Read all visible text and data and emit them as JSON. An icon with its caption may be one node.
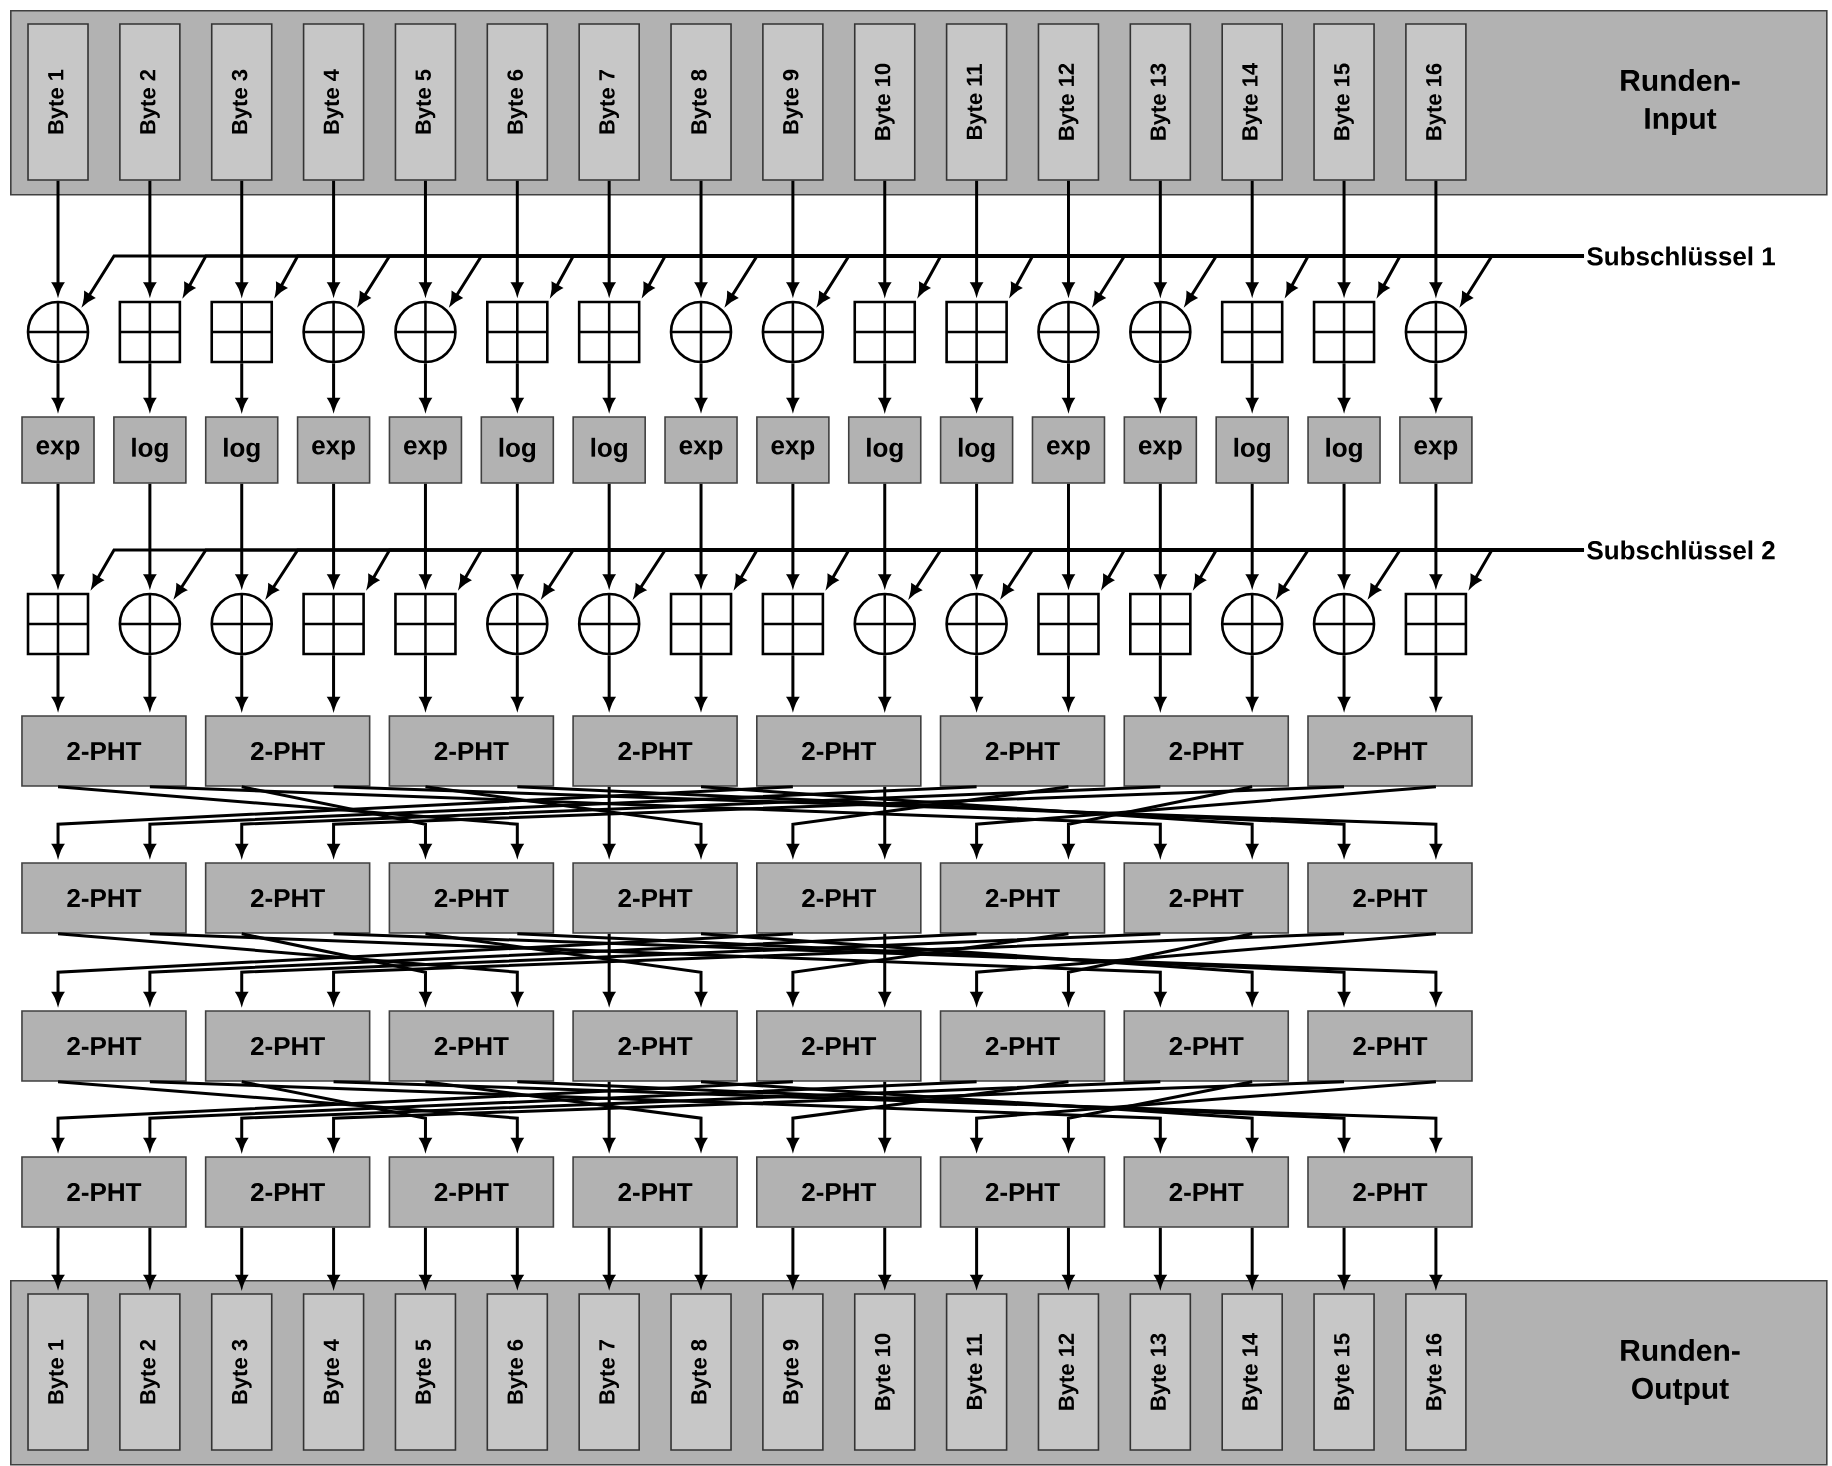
{
  "diagram": {
    "nodes": [
      {
        "text": [
          "Runden-Input"
        ]
      },
      {
        "text": [
          "Byte 1"
        ],
        "in": 0
      },
      {
        "text": [
          "Byte 2"
        ],
        "in": 0
      },
      {
        "text": [
          "Byte 3"
        ],
        "in": 0
      },
      {
        "text": [
          "Byte 4"
        ],
        "in": 0
      },
      {
        "text": [
          "Byte 5"
        ],
        "in": 0
      },
      {
        "text": [
          "Byte 6"
        ],
        "in": 0
      },
      {
        "text": [
          "Byte 7"
        ],
        "in": 0
      },
      {
        "text": [
          "Byte 8"
        ],
        "in": 0
      },
      {
        "text": [
          "Byte 9"
        ],
        "in": 0
      },
      {
        "text": [
          "Byte 10"
        ],
        "in": 0
      },
      {
        "text": [
          "Byte 11"
        ],
        "in": 0
      },
      {
        "text": [
          "Byte 12"
        ],
        "in": 0
      },
      {
        "text": [
          "Byte 13"
        ],
        "in": 0
      },
      {
        "text": [
          "Byte 14"
        ],
        "in": 0
      },
      {
        "text": [
          "Byte 15"
        ],
        "in": 0
      },
      {
        "text": [
          "Byte 16"
        ],
        "in": 0
      },
      {
        "text": [
          "Subschlüssel 1"
        ]
      },
      {
        "text": [],
        "shape": "circle"
      },
      {
        "text": [],
        "shape": "box"
      },
      {
        "text": [],
        "shape": "box"
      },
      {
        "text": [],
        "shape": "circle"
      },
      {
        "text": [],
        "shape": "circle"
      },
      {
        "text": [],
        "shape": "box"
      },
      {
        "text": [],
        "shape": "box"
      },
      {
        "text": [],
        "shape": "circle"
      },
      {
        "text": [],
        "shape": "circle"
      },
      {
        "text": [],
        "shape": "box"
      },
      {
        "text": [],
        "shape": "box"
      },
      {
        "text": [],
        "shape": "circle"
      },
      {
        "text": [],
        "shape": "circle"
      },
      {
        "text": [],
        "shape": "box"
      },
      {
        "text": [],
        "shape": "box"
      },
      {
        "text": [],
        "shape": "circle"
      },
      {
        "text": [
          "exp"
        ]
      },
      {
        "text": [
          "log"
        ]
      },
      {
        "text": [
          "log"
        ]
      },
      {
        "text": [
          "exp"
        ]
      },
      {
        "text": [
          "exp"
        ]
      },
      {
        "text": [
          "log"
        ]
      },
      {
        "text": [
          "log"
        ]
      },
      {
        "text": [
          "exp"
        ]
      },
      {
        "text": [
          "exp"
        ]
      },
      {
        "text": [
          "log"
        ]
      },
      {
        "text": [
          "log"
        ]
      },
      {
        "text": [
          "exp"
        ]
      },
      {
        "text": [
          "exp"
        ]
      },
      {
        "text": [
          "log"
        ]
      },
      {
        "text": [
          "log"
        ]
      },
      {
        "text": [
          "exp"
        ]
      },
      {
        "text": [
          "Subschlüssel 2"
        ]
      },
      {
        "text": [],
        "shape": "box"
      },
      {
        "text": [],
        "shape": "circle"
      },
      {
        "text": [],
        "shape": "circle"
      },
      {
        "text": [],
        "shape": "box"
      },
      {
        "text": [],
        "shape": "box"
      },
      {
        "text": [],
        "shape": "circle"
      },
      {
        "text": [],
        "shape": "circle"
      },
      {
        "text": [],
        "shape": "box"
      },
      {
        "text": [],
        "shape": "box"
      },
      {
        "text": [],
        "shape": "circle"
      },
      {
        "text": [],
        "shape": "circle"
      },
      {
        "text": [],
        "shape": "box"
      },
      {
        "text": [],
        "shape": "box"
      },
      {
        "text": [],
        "shape": "circle"
      },
      {
        "text": [],
        "shape": "circle"
      },
      {
        "text": [],
        "shape": "box"
      },
      {
        "text": [
          "2-PHT"
        ]
      },
      {
        "text": [
          "2-PHT"
        ]
      },
      {
        "text": [
          "2-PHT"
        ]
      },
      {
        "text": [
          "2-PHT"
        ]
      },
      {
        "text": [
          "2-PHT"
        ]
      },
      {
        "text": [
          "2-PHT"
        ]
      },
      {
        "text": [
          "2-PHT"
        ]
      },
      {
        "text": [
          "2-PHT"
        ]
      },
      {
        "text": [
          "2-PHT"
        ]
      },
      {
        "text": [
          "2-PHT"
        ]
      },
      {
        "text": [
          "2-PHT"
        ]
      },
      {
        "text": [
          "2-PHT"
        ]
      },
      {
        "text": [
          "2-PHT"
        ]
      },
      {
        "text": [
          "2-PHT"
        ]
      },
      {
        "text": [
          "2-PHT"
        ]
      },
      {
        "text": [
          "2-PHT"
        ]
      },
      {
        "text": [
          "2-PHT"
        ]
      },
      {
        "text": [
          "2-PHT"
        ]
      },
      {
        "text": [
          "2-PHT"
        ]
      },
      {
        "text": [
          "2-PHT"
        ]
      },
      {
        "text": [
          "2-PHT"
        ]
      },
      {
        "text": [
          "2-PHT"
        ]
      },
      {
        "text": [
          "2-PHT"
        ]
      },
      {
        "text": [
          "2-PHT"
        ]
      },
      {
        "text": [
          "2-PHT"
        ]
      },
      {
        "text": [
          "2-PHT"
        ]
      },
      {
        "text": [
          "2-PHT"
        ]
      },
      {
        "text": [
          "2-PHT"
        ]
      },
      {
        "text": [
          "2-PHT"
        ]
      },
      {
        "text": [
          "2-PHT"
        ]
      },
      {
        "text": [
          "2-PHT"
        ]
      },
      {
        "text": [
          "2-PHT"
        ]
      },
      {
        "text": [
          "Runden-Output"
        ]
      },
      {
        "text": [
          "Byte 1"
        ],
        "in": 99
      },
      {
        "text": [
          "Byte 2"
        ],
        "in": 99
      },
      {
        "text": [
          "Byte 3"
        ],
        "in": 99
      },
      {
        "text": [
          "Byte 4"
        ],
        "in": 99
      },
      {
        "text": [
          "Byte 5"
        ],
        "in": 99
      },
      {
        "text": [
          "Byte 6"
        ],
        "in": 99
      },
      {
        "text": [
          "Byte 7"
        ],
        "in": 99
      },
      {
        "text": [
          "Byte 8"
        ],
        "in": 99
      },
      {
        "text": [
          "Byte 9"
        ],
        "in": 99
      },
      {
        "text": [
          "Byte 10"
        ],
        "in": 99
      },
      {
        "text": [
          "Byte 11"
        ],
        "in": 99
      },
      {
        "text": [
          "Byte 12"
        ],
        "in": 99
      },
      {
        "text": [
          "Byte 13"
        ],
        "in": 99
      },
      {
        "text": [
          "Byte 14"
        ],
        "in": 99
      },
      {
        "text": [
          "Byte 15"
        ],
        "in": 99
      },
      {
        "text": [
          "Byte 16"
        ],
        "in": 99
      }
    ],
    "edges": [
      {
        "from": 1,
        "to": 18,
        "arrow": "to"
      },
      {
        "from": 2,
        "to": 19,
        "arrow": "to"
      },
      {
        "from": 3,
        "to": 20,
        "arrow": "to"
      },
      {
        "from": 4,
        "to": 21,
        "arrow": "to"
      },
      {
        "from": 5,
        "to": 22,
        "arrow": "to"
      },
      {
        "from": 6,
        "to": 23,
        "arrow": "to"
      },
      {
        "from": 7,
        "to": 24,
        "arrow": "to"
      },
      {
        "from": 8,
        "to": 25,
        "arrow": "to"
      },
      {
        "from": 9,
        "to": 26,
        "arrow": "to"
      },
      {
        "from": 10,
        "to": 27,
        "arrow": "to"
      },
      {
        "from": 11,
        "to": 28,
        "arrow": "to"
      },
      {
        "from": 12,
        "to": 29,
        "arrow": "to"
      },
      {
        "from": 13,
        "to": 30,
        "arrow": "to"
      },
      {
        "from": 14,
        "to": 31,
        "arrow": "to"
      },
      {
        "from": 15,
        "to": 32,
        "arrow": "to"
      },
      {
        "from": 16,
        "to": 33,
        "arrow": "to"
      },
      {
        "from": 17,
        "to": 18,
        "arrow": "to"
      },
      {
        "from": 17,
        "to": 19,
        "arrow": "to"
      },
      {
        "from": 17,
        "to": 20,
        "arrow": "to"
      },
      {
        "from": 17,
        "to": 21,
        "arrow": "to"
      },
      {
        "from": 17,
        "to": 22,
        "arrow": "to"
      },
      {
        "from": 17,
        "to": 23,
        "arrow": "to"
      },
      {
        "from": 17,
        "to": 24,
        "arrow": "to"
      },
      {
        "from": 17,
        "to": 25,
        "arrow": "to"
      },
      {
        "from": 17,
        "to": 26,
        "arrow": "to"
      },
      {
        "from": 17,
        "to": 27,
        "arrow": "to"
      },
      {
        "from": 17,
        "to": 28,
        "arrow": "to"
      },
      {
        "from": 17,
        "to": 29,
        "arrow": "to"
      },
      {
        "from": 17,
        "to": 30,
        "arrow": "to"
      },
      {
        "from": 17,
        "to": 31,
        "arrow": "to"
      },
      {
        "from": 17,
        "to": 32,
        "arrow": "to"
      },
      {
        "from": 17,
        "to": 33,
        "arrow": "to"
      },
      {
        "from": 18,
        "to": 34,
        "arrow": "to"
      },
      {
        "from": 19,
        "to": 35,
        "arrow": "to"
      },
      {
        "from": 20,
        "to": 36,
        "arrow": "to"
      },
      {
        "from": 21,
        "to": 37,
        "arrow": "to"
      },
      {
        "from": 22,
        "to": 38,
        "arrow": "to"
      },
      {
        "from": 23,
        "to": 39,
        "arrow": "to"
      },
      {
        "from": 24,
        "to": 40,
        "arrow": "to"
      },
      {
        "from": 25,
        "to": 41,
        "arrow": "to"
      },
      {
        "from": 26,
        "to": 42,
        "arrow": "to"
      },
      {
        "from": 27,
        "to": 43,
        "arrow": "to"
      },
      {
        "from": 28,
        "to": 44,
        "arrow": "to"
      },
      {
        "from": 29,
        "to": 45,
        "arrow": "to"
      },
      {
        "from": 30,
        "to": 46,
        "arrow": "to"
      },
      {
        "from": 31,
        "to": 47,
        "arrow": "to"
      },
      {
        "from": 32,
        "to": 48,
        "arrow": "to"
      },
      {
        "from": 33,
        "to": 49,
        "arrow": "to"
      },
      {
        "from": 34,
        "to": 51,
        "arrow": "to"
      },
      {
        "from": 35,
        "to": 52,
        "arrow": "to"
      },
      {
        "from": 36,
        "to": 53,
        "arrow": "to"
      },
      {
        "from": 37,
        "to": 54,
        "arrow": "to"
      },
      {
        "from": 38,
        "to": 55,
        "arrow": "to"
      },
      {
        "from": 39,
        "to": 56,
        "arrow": "to"
      },
      {
        "from": 40,
        "to": 57,
        "arrow": "to"
      },
      {
        "from": 41,
        "to": 58,
        "arrow": "to"
      },
      {
        "from": 42,
        "to": 59,
        "arrow": "to"
      },
      {
        "from": 43,
        "to": 60,
        "arrow": "to"
      },
      {
        "from": 44,
        "to": 61,
        "arrow": "to"
      },
      {
        "from": 45,
        "to": 62,
        "arrow": "to"
      },
      {
        "from": 46,
        "to": 63,
        "arrow": "to"
      },
      {
        "from": 47,
        "to": 64,
        "arrow": "to"
      },
      {
        "from": 48,
        "to": 65,
        "arrow": "to"
      },
      {
        "from": 49,
        "to": 66,
        "arrow": "to"
      },
      {
        "from": 50,
        "to": 51,
        "arrow": "to"
      },
      {
        "from": 50,
        "to": 52,
        "arrow": "to"
      },
      {
        "from": 50,
        "to": 53,
        "arrow": "to"
      },
      {
        "from": 50,
        "to": 54,
        "arrow": "to"
      },
      {
        "from": 50,
        "to": 55,
        "arrow": "to"
      },
      {
        "from": 50,
        "to": 56,
        "arrow": "to"
      },
      {
        "from": 50,
        "to": 57,
        "arrow": "to"
      },
      {
        "from": 50,
        "to": 58,
        "arrow": "to"
      },
      {
        "from": 50,
        "to": 59,
        "arrow": "to"
      },
      {
        "from": 50,
        "to": 60,
        "arrow": "to"
      },
      {
        "from": 50,
        "to": 61,
        "arrow": "to"
      },
      {
        "from": 50,
        "to": 62,
        "arrow": "to"
      },
      {
        "from": 50,
        "to": 63,
        "arrow": "to"
      },
      {
        "from": 50,
        "to": 64,
        "arrow": "to"
      },
      {
        "from": 50,
        "to": 65,
        "arrow": "to"
      },
      {
        "from": 50,
        "to": 66,
        "arrow": "to"
      },
      {
        "from": 51,
        "to": 67,
        "arrow": "to"
      },
      {
        "from": 52,
        "to": 67,
        "arrow": "to"
      },
      {
        "from": 53,
        "to": 68,
        "arrow": "to"
      },
      {
        "from": 54,
        "to": 68,
        "arrow": "to"
      },
      {
        "from": 55,
        "to": 69,
        "arrow": "to"
      },
      {
        "from": 56,
        "to": 69,
        "arrow": "to"
      },
      {
        "from": 57,
        "to": 70,
        "arrow": "to"
      },
      {
        "from": 58,
        "to": 70,
        "arrow": "to"
      },
      {
        "from": 59,
        "to": 71,
        "arrow": "to"
      },
      {
        "from": 60,
        "to": 71,
        "arrow": "to"
      },
      {
        "from": 61,
        "to": 72,
        "arrow": "to"
      },
      {
        "from": 62,
        "to": 72,
        "arrow": "to"
      },
      {
        "from": 63,
        "to": 73,
        "arrow": "to"
      },
      {
        "from": 64,
        "to": 73,
        "arrow": "to"
      },
      {
        "from": 65,
        "to": 74,
        "arrow": "to"
      },
      {
        "from": 66,
        "to": 74,
        "arrow": "to"
      },
      {
        "from": 71,
        "to": 75,
        "arrow": "to"
      },
      {
        "from": 72,
        "to": 75,
        "arrow": "to"
      },
      {
        "from": 73,
        "to": 76,
        "arrow": "to"
      },
      {
        "from": 74,
        "to": 76,
        "arrow": "to"
      },
      {
        "from": 68,
        "to": 77,
        "arrow": "to"
      },
      {
        "from": 67,
        "to": 77,
        "arrow": "to"
      },
      {
        "from": 70,
        "to": 78,
        "arrow": "to"
      },
      {
        "from": 69,
        "to": 78,
        "arrow": "to"
      },
      {
        "from": 72,
        "to": 79,
        "arrow": "to"
      },
      {
        "from": 71,
        "to": 79,
        "arrow": "to"
      },
      {
        "from": 74,
        "to": 80,
        "arrow": "to"
      },
      {
        "from": 73,
        "to": 80,
        "arrow": "to"
      },
      {
        "from": 67,
        "to": 81,
        "arrow": "to"
      },
      {
        "from": 70,
        "to": 81,
        "arrow": "to"
      },
      {
        "from": 69,
        "to": 82,
        "arrow": "to"
      },
      {
        "from": 68,
        "to": 82,
        "arrow": "to"
      },
      {
        "from": 79,
        "to": 83,
        "arrow": "to"
      },
      {
        "from": 80,
        "to": 83,
        "arrow": "to"
      },
      {
        "from": 81,
        "to": 84,
        "arrow": "to"
      },
      {
        "from": 82,
        "to": 84,
        "arrow": "to"
      },
      {
        "from": 76,
        "to": 85,
        "arrow": "to"
      },
      {
        "from": 75,
        "to": 85,
        "arrow": "to"
      },
      {
        "from": 78,
        "to": 86,
        "arrow": "to"
      },
      {
        "from": 77,
        "to": 86,
        "arrow": "to"
      },
      {
        "from": 80,
        "to": 87,
        "arrow": "to"
      },
      {
        "from": 79,
        "to": 87,
        "arrow": "to"
      },
      {
        "from": 82,
        "to": 88,
        "arrow": "to"
      },
      {
        "from": 81,
        "to": 88,
        "arrow": "to"
      },
      {
        "from": 75,
        "to": 89,
        "arrow": "to"
      },
      {
        "from": 78,
        "to": 89,
        "arrow": "to"
      },
      {
        "from": 77,
        "to": 90,
        "arrow": "to"
      },
      {
        "from": 76,
        "to": 90,
        "arrow": "to"
      },
      {
        "from": 87,
        "to": 91,
        "arrow": "to"
      },
      {
        "from": 88,
        "to": 91,
        "arrow": "to"
      },
      {
        "from": 89,
        "to": 92,
        "arrow": "to"
      },
      {
        "from": 90,
        "to": 92,
        "arrow": "to"
      },
      {
        "from": 84,
        "to": 93,
        "arrow": "to"
      },
      {
        "from": 83,
        "to": 93,
        "arrow": "to"
      },
      {
        "from": 86,
        "to": 94,
        "arrow": "to"
      },
      {
        "from": 85,
        "to": 94,
        "arrow": "to"
      },
      {
        "from": 88,
        "to": 95,
        "arrow": "to"
      },
      {
        "from": 87,
        "to": 95,
        "arrow": "to"
      },
      {
        "from": 90,
        "to": 96,
        "arrow": "to"
      },
      {
        "from": 89,
        "to": 96,
        "arrow": "to"
      },
      {
        "from": 83,
        "to": 97,
        "arrow": "to"
      },
      {
        "from": 86,
        "to": 97,
        "arrow": "to"
      },
      {
        "from": 85,
        "to": 98,
        "arrow": "to"
      },
      {
        "from": 84,
        "to": 98,
        "arrow": "to"
      },
      {
        "from": 91,
        "to": 100,
        "arrow": "to"
      },
      {
        "from": 91,
        "to": 101,
        "arrow": "to"
      },
      {
        "from": 92,
        "to": 102,
        "arrow": "to"
      },
      {
        "from": 92,
        "to": 103,
        "arrow": "to"
      },
      {
        "from": 93,
        "to": 104,
        "arrow": "to"
      },
      {
        "from": 93,
        "to": 105,
        "arrow": "to"
      },
      {
        "from": 94,
        "to": 106,
        "arrow": "to"
      },
      {
        "from": 94,
        "to": 107,
        "arrow": "to"
      },
      {
        "from": 95,
        "to": 108,
        "arrow": "to"
      },
      {
        "from": 95,
        "to": 109,
        "arrow": "to"
      },
      {
        "from": 96,
        "to": 110,
        "arrow": "to"
      },
      {
        "from": 96,
        "to": 111,
        "arrow": "to"
      },
      {
        "from": 97,
        "to": 112,
        "arrow": "to"
      },
      {
        "from": 97,
        "to": 113,
        "arrow": "to"
      },
      {
        "from": 98,
        "to": 114,
        "arrow": "to"
      },
      {
        "from": 98,
        "to": 115,
        "arrow": "to"
      }
    ]
  }
}
